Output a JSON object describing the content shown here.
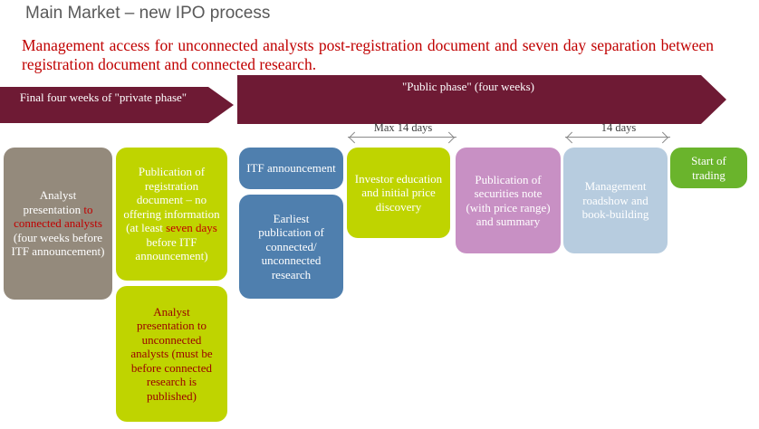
{
  "slide": {
    "title": "Main Market – new IPO process",
    "subtitle": "Management access for unconnected analysts post-registration document and seven day separation between registration document and connected research."
  },
  "phases": {
    "private": "Final four weeks of \"private phase\"",
    "public": "\"Public phase\" (four weeks)"
  },
  "spans": {
    "max14": "Max 14 days",
    "fourteen": "14 days"
  },
  "boxes": {
    "analyst_connected": {
      "before": "Analyst presentation ",
      "highlight": "to connected analysts",
      "after": " (four weeks before ITF announcement)"
    },
    "registration_doc": {
      "before": "Publication of registration document – no offering information (at least ",
      "highlight": "seven days",
      "after": " before ITF announcement)"
    },
    "analyst_unconnected": "Analyst presentation to unconnected analysts (must be before connected research is published)",
    "itf": "ITF announcement",
    "research": "Earliest publication of connected/ unconnected research",
    "investor_education": "Investor education and initial price discovery",
    "securities_note": "Publication of securities note (with price range) and summary",
    "roadshow": "Management roadshow and book-building",
    "trading": "Start of trading"
  },
  "colors": {
    "arrow": "#6e1a34",
    "subtitle_red": "#c00000",
    "taupe": "#948a7c",
    "lime": "#bfd400",
    "blue": "#4f7fae",
    "pink": "#c890c4",
    "pale_blue": "#b7ccdf",
    "green": "#6ab42c"
  }
}
